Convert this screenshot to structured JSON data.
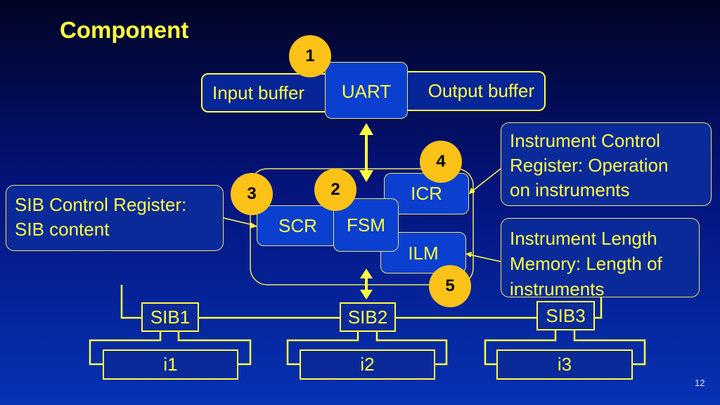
{
  "title": "Component",
  "blocks": {
    "input_buffer": "Input buffer",
    "uart": "UART",
    "output_buffer": "Output buffer",
    "scr": "SCR",
    "fsm": "FSM",
    "icr": "ICR",
    "ilm": "ILM"
  },
  "markers": [
    "1",
    "2",
    "3",
    "4",
    "5"
  ],
  "notes": {
    "sib_control": [
      "SIB Control Register:",
      "SIB content"
    ],
    "instrument_control": [
      "Instrument Control",
      "Register: Operation",
      "on instruments"
    ],
    "instrument_length": [
      "Instrument Length",
      "Memory: Length of",
      "instruments"
    ]
  },
  "sibs": [
    "SIB1",
    "SIB2",
    "SIB3"
  ],
  "instruments": [
    "i1",
    "i2",
    "i3"
  ],
  "page_number": "12",
  "colors": {
    "accent": "#ffff40",
    "marker": "#fdc218",
    "box": "#0a2a9a"
  }
}
